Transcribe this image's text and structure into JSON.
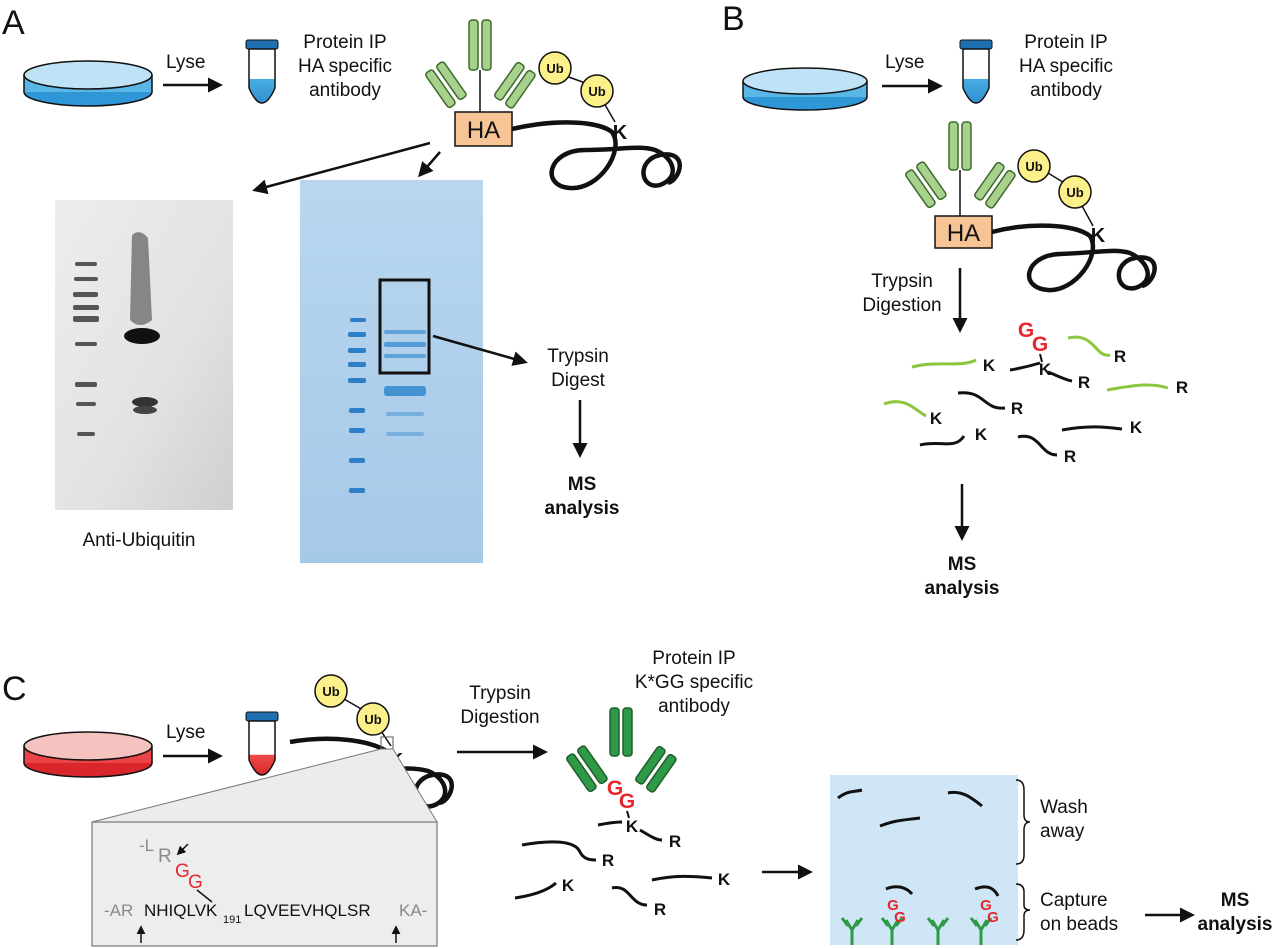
{
  "panels": [
    {
      "letter": "A",
      "lyse": "Lyse",
      "ip_line1": "Protein IP",
      "ip_line2": "HA specific",
      "ip_line3": "antibody",
      "tag": "HA",
      "ub": "Ub",
      "lysine": "K",
      "blot_label": "Anti-Ubiquitin",
      "digest_line1": "Trypsin",
      "digest_line2": "Digest",
      "ms_line1": "MS",
      "ms_line2": "analysis"
    },
    {
      "letter": "B",
      "lyse": "Lyse",
      "ip_line1": "Protein IP",
      "ip_line2": "HA specific",
      "ip_line3": "antibody",
      "tag": "HA",
      "ub": "Ub",
      "lysine": "K",
      "digest_line1": "Trypsin",
      "digest_line2": "Digestion",
      "gg": "G",
      "arg": "R",
      "ms_line1": "MS",
      "ms_line2": "analysis"
    },
    {
      "letter": "C",
      "lyse": "Lyse",
      "ub": "Ub",
      "lysine": "K",
      "digest_line1": "Trypsin",
      "digest_line2": "Digestion",
      "ip_line1": "Protein IP",
      "ip_line2": "K*GG specific",
      "ip_line3": "antibody",
      "gg": "G",
      "arg": "R",
      "seq_left_flank": "-AR",
      "seq_main": "NHIQLVK",
      "seq_sub": "191",
      "seq_right": "LQVEEVHQLSR",
      "seq_right_flank": "KA-",
      "seq_branch_dash": "-L",
      "seq_branch_r": "R",
      "wash_line1": "Wash",
      "wash_line2": "away",
      "capture_line1": "Capture",
      "capture_line2": "on beads",
      "ms_line1": "MS",
      "ms_line2": "analysis"
    }
  ],
  "colors": {
    "dish_blue": "#3fa8df",
    "dish_red": "#e03a3e",
    "antibody_light": "#a9d18e",
    "antibody_dark": "#2e9a48",
    "ha_fill": "#f7c496",
    "ub_fill": "#fbf08a",
    "gg_red": "#e8262d",
    "peptide_green": "#8cc63f",
    "bead_box": "#cfe6f6",
    "gel_blue": "#a8cdea",
    "grey_text": "#8a8a8a"
  }
}
